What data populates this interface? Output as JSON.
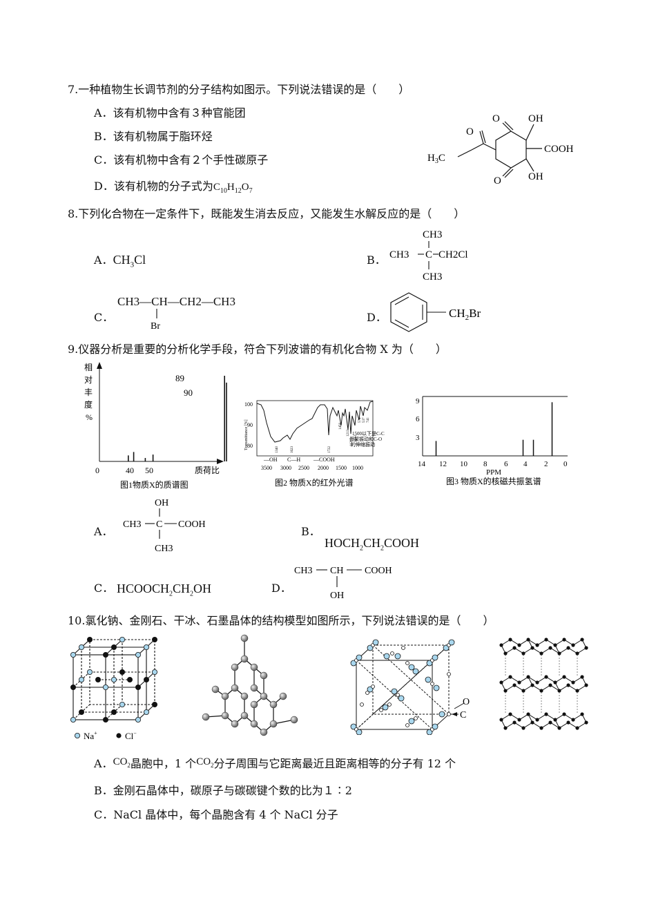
{
  "q7": {
    "stem": "7.一种植物生长调节剂的分子结构如图示。下列说法错误的是（　　）",
    "options": [
      {
        "label": "A．",
        "text": "该有机物中含有３种官能团"
      },
      {
        "label": "B．",
        "text": "该有机物属于脂环烃"
      },
      {
        "label": "C．",
        "text": "该有机物中含有２个手性碳原子"
      },
      {
        "label": "D．",
        "text": "该有机物的分子式为"
      }
    ],
    "formula_d": {
      "c": "C",
      "c_n": "10",
      "h": "H",
      "h_n": "12",
      "o": "O",
      "o_n": "7"
    },
    "structure": {
      "o1": "O",
      "o2": "O",
      "o3": "O",
      "oh1": "OH",
      "oh2": "OH",
      "cooh": "COOH",
      "h3c": "H",
      "h3c_sub": "3",
      "h3c_c": "C"
    }
  },
  "q8": {
    "stem": "8.下列化合物在一定条件下，既能发生消去反应，又能发生水解反应的是（　　）",
    "a": {
      "label": "A．",
      "f1": "CH",
      "s1": "3",
      "f2": "Cl"
    },
    "b": {
      "label": "B．",
      "top": "CH3",
      "left": "CH3",
      "center": "C",
      "right": "CH2Cl",
      "bottom": "CH3"
    },
    "c": {
      "label": "C．",
      "chain": "CH3—CH—CH2—CH3",
      "sub": "Br"
    },
    "d": {
      "label": "D．",
      "group": "CH",
      "group_sub": "2",
      "group_end": "Br"
    }
  },
  "q9": {
    "stem": "9.仪器分析是重要的分析化学手段，符合下列波谱的有机化合物 X 为（　　）",
    "ms": {
      "ylabel": [
        "相",
        "对",
        "丰",
        "度",
        "%"
      ],
      "xlabel": "质荷比",
      "ticks": [
        "0",
        "40",
        "50"
      ],
      "peak_labels": [
        "89",
        "90"
      ],
      "caption": "图1物质X的质谱图",
      "peaks": [
        {
          "x": 38,
          "h": 0.07
        },
        {
          "x": 42,
          "h": 0.11
        },
        {
          "x": 48,
          "h": 0.04
        },
        {
          "x": 52,
          "h": 0.08
        },
        {
          "x": 89,
          "h": 1.0
        },
        {
          "x": 90,
          "h": 0.92
        }
      ]
    },
    "ir": {
      "ylabel": "Transmittance [%]",
      "yticks": [
        "100",
        "90",
        "80"
      ],
      "xticks": [
        "3500",
        "3000",
        "2500",
        "2000",
        "1500",
        "1000"
      ],
      "bands": [
        "—OH",
        "C—H",
        "—COOH"
      ],
      "peak_labels": [
        "1340",
        "1623",
        "1722",
        "1456",
        "1213",
        "1120",
        "1042",
        "574",
        "537",
        "741"
      ],
      "note": [
        "1500以下是C-C",
        "骨架振动和C-O",
        "的伸缩振动"
      ],
      "caption": "图2 物质X的红外光谱"
    },
    "nmr": {
      "yticks": [
        "9",
        "6",
        "3"
      ],
      "xticks": [
        "14",
        "12",
        "10",
        "8",
        "6",
        "4",
        "2",
        "0"
      ],
      "xlabel": "PPM",
      "caption": "图3 物质X的核磁共振氢谱",
      "peaks": [
        {
          "ppm": 12.7,
          "h": 2.5
        },
        {
          "ppm": 4.3,
          "h": 2.7
        },
        {
          "ppm": 3.3,
          "h": 2.7
        },
        {
          "ppm": 1.5,
          "h": 9
        }
      ]
    },
    "options": {
      "a": {
        "label": "A．",
        "oh": "OH",
        "left": "CH3",
        "c": "C",
        "right": "COOH",
        "bottom": "CH3"
      },
      "b": {
        "label": "B．",
        "text": "HOCH2CH2COOH"
      },
      "c": {
        "label": "C．",
        "text": "HCOOCH2CH2OH"
      },
      "d": {
        "label": "D．",
        "left": "CH3",
        "c": "CH",
        "right": "COOH",
        "bottom": "OH"
      }
    }
  },
  "q10": {
    "stem": "10.氯化钠、金刚石、干冰、石墨晶体的结构模型如图所示，下列说法错误的是（　　）",
    "legend": {
      "na": "Na",
      "na_sup": "+",
      "cl": "Cl",
      "cl_sup": "−"
    },
    "co2_labels": {
      "o": "O",
      "c": "C"
    },
    "options": [
      {
        "label": "A．",
        "p1": "CO",
        "s1": "2",
        "p2": "晶胞中，1 个",
        "p3": "CO",
        "s3": "2",
        "p4": "分子周围与它距离最近且距离相等的分子有 12 个"
      },
      {
        "label": "B．",
        "text": "金刚石晶体中，碳原子与碳碳键个数的比为１∶2"
      },
      {
        "label": "C．",
        "text": "NaCl 晶体中，每个晶胞含有 4 个 NaCl 分子"
      }
    ]
  }
}
